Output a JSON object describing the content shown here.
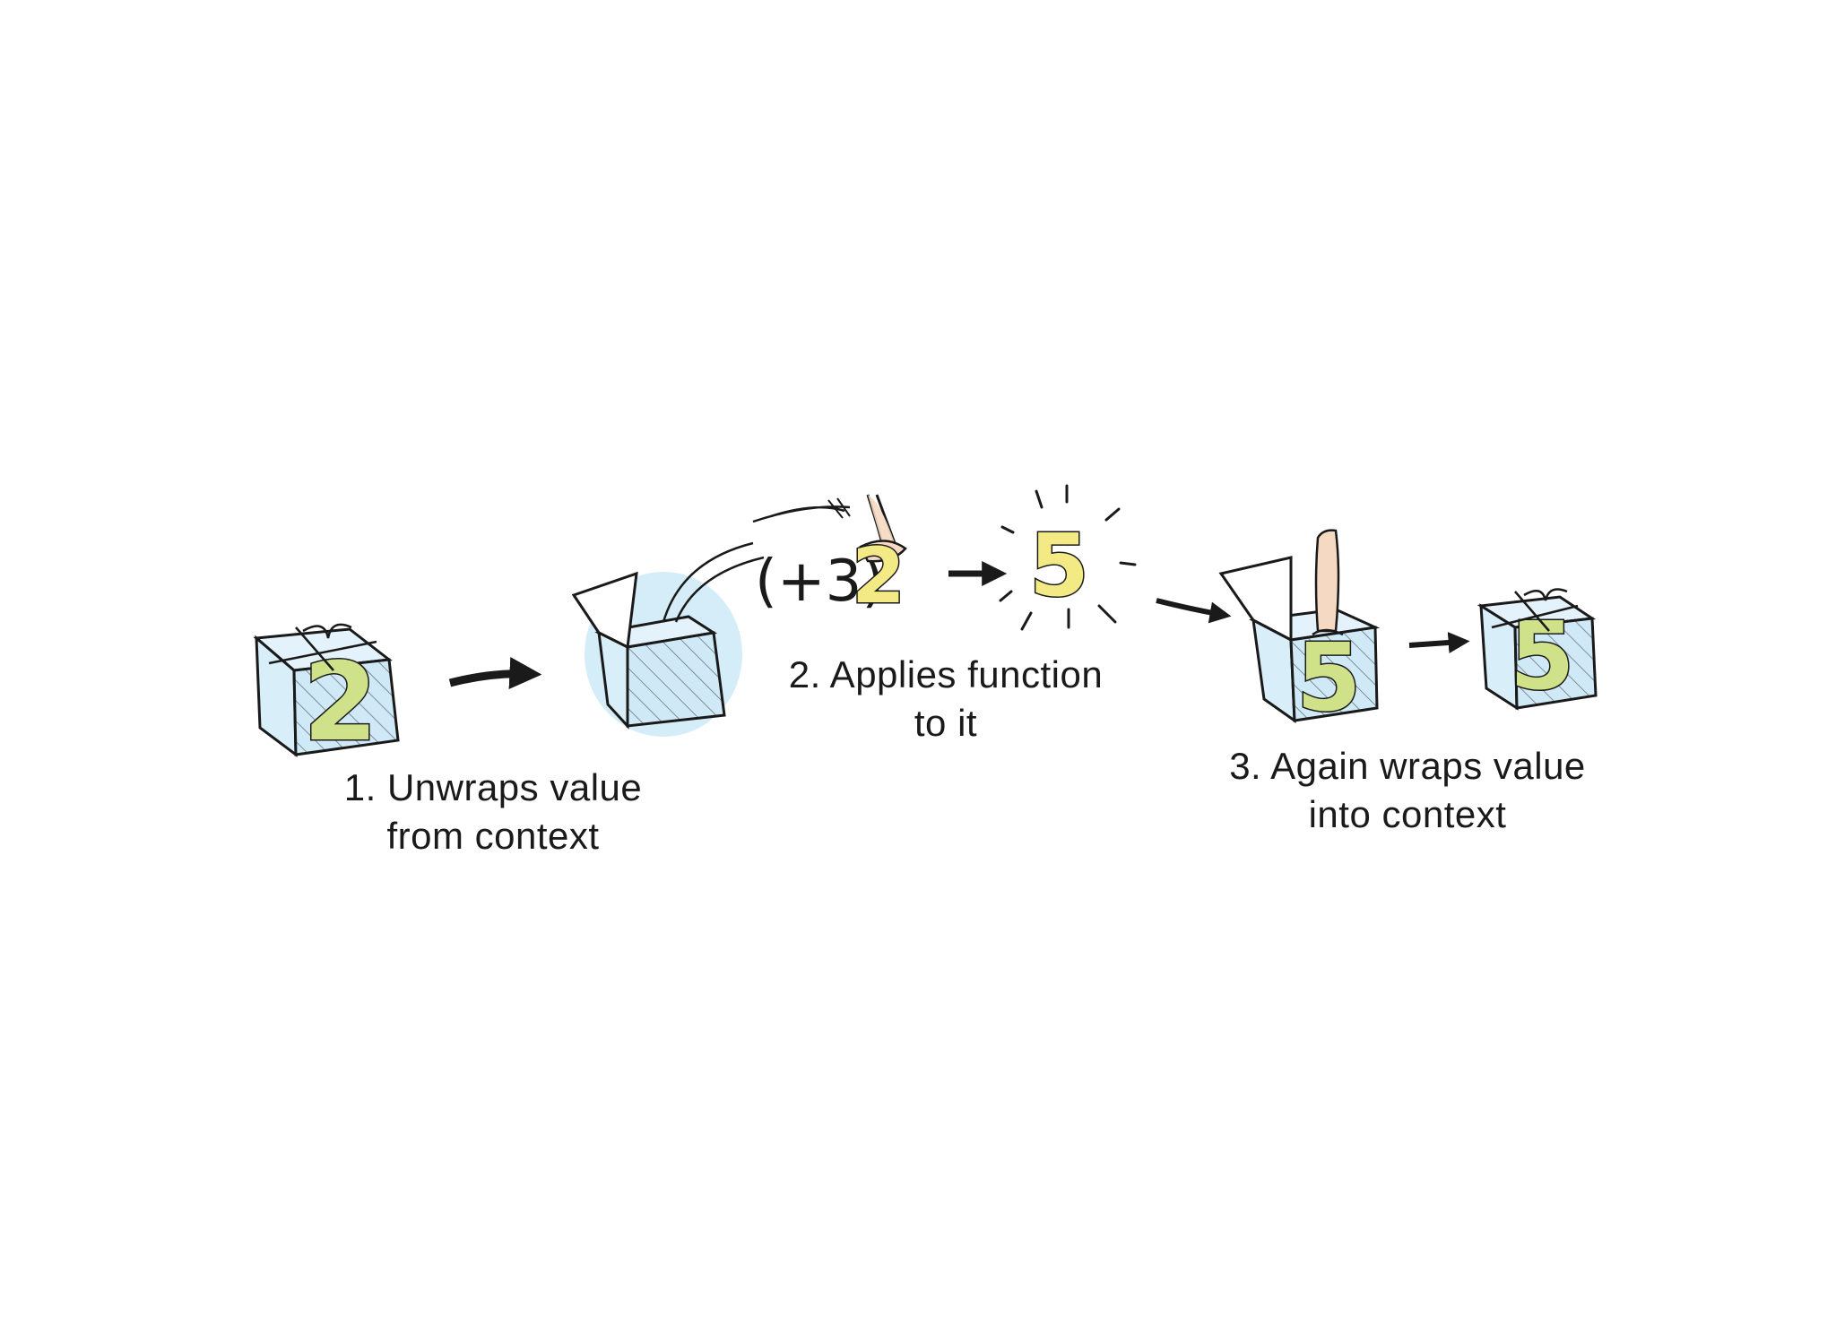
{
  "steps": [
    {
      "line1": "1. Unwraps value",
      "line2": "from context"
    },
    {
      "line1": "2. Applies function",
      "line2": "to it"
    },
    {
      "line1": "3. Again wraps value",
      "line2": "into context"
    }
  ],
  "function_label": "(+3)",
  "input_value": "2",
  "output_value": "5",
  "colors": {
    "box_fill": "#cfe9f7",
    "box_glow": "#bfe3f6",
    "number_green": "#cfe28a",
    "number_yellow": "#f3ea86",
    "arm": "#f5d9c2",
    "ink": "#1a1a1a"
  }
}
